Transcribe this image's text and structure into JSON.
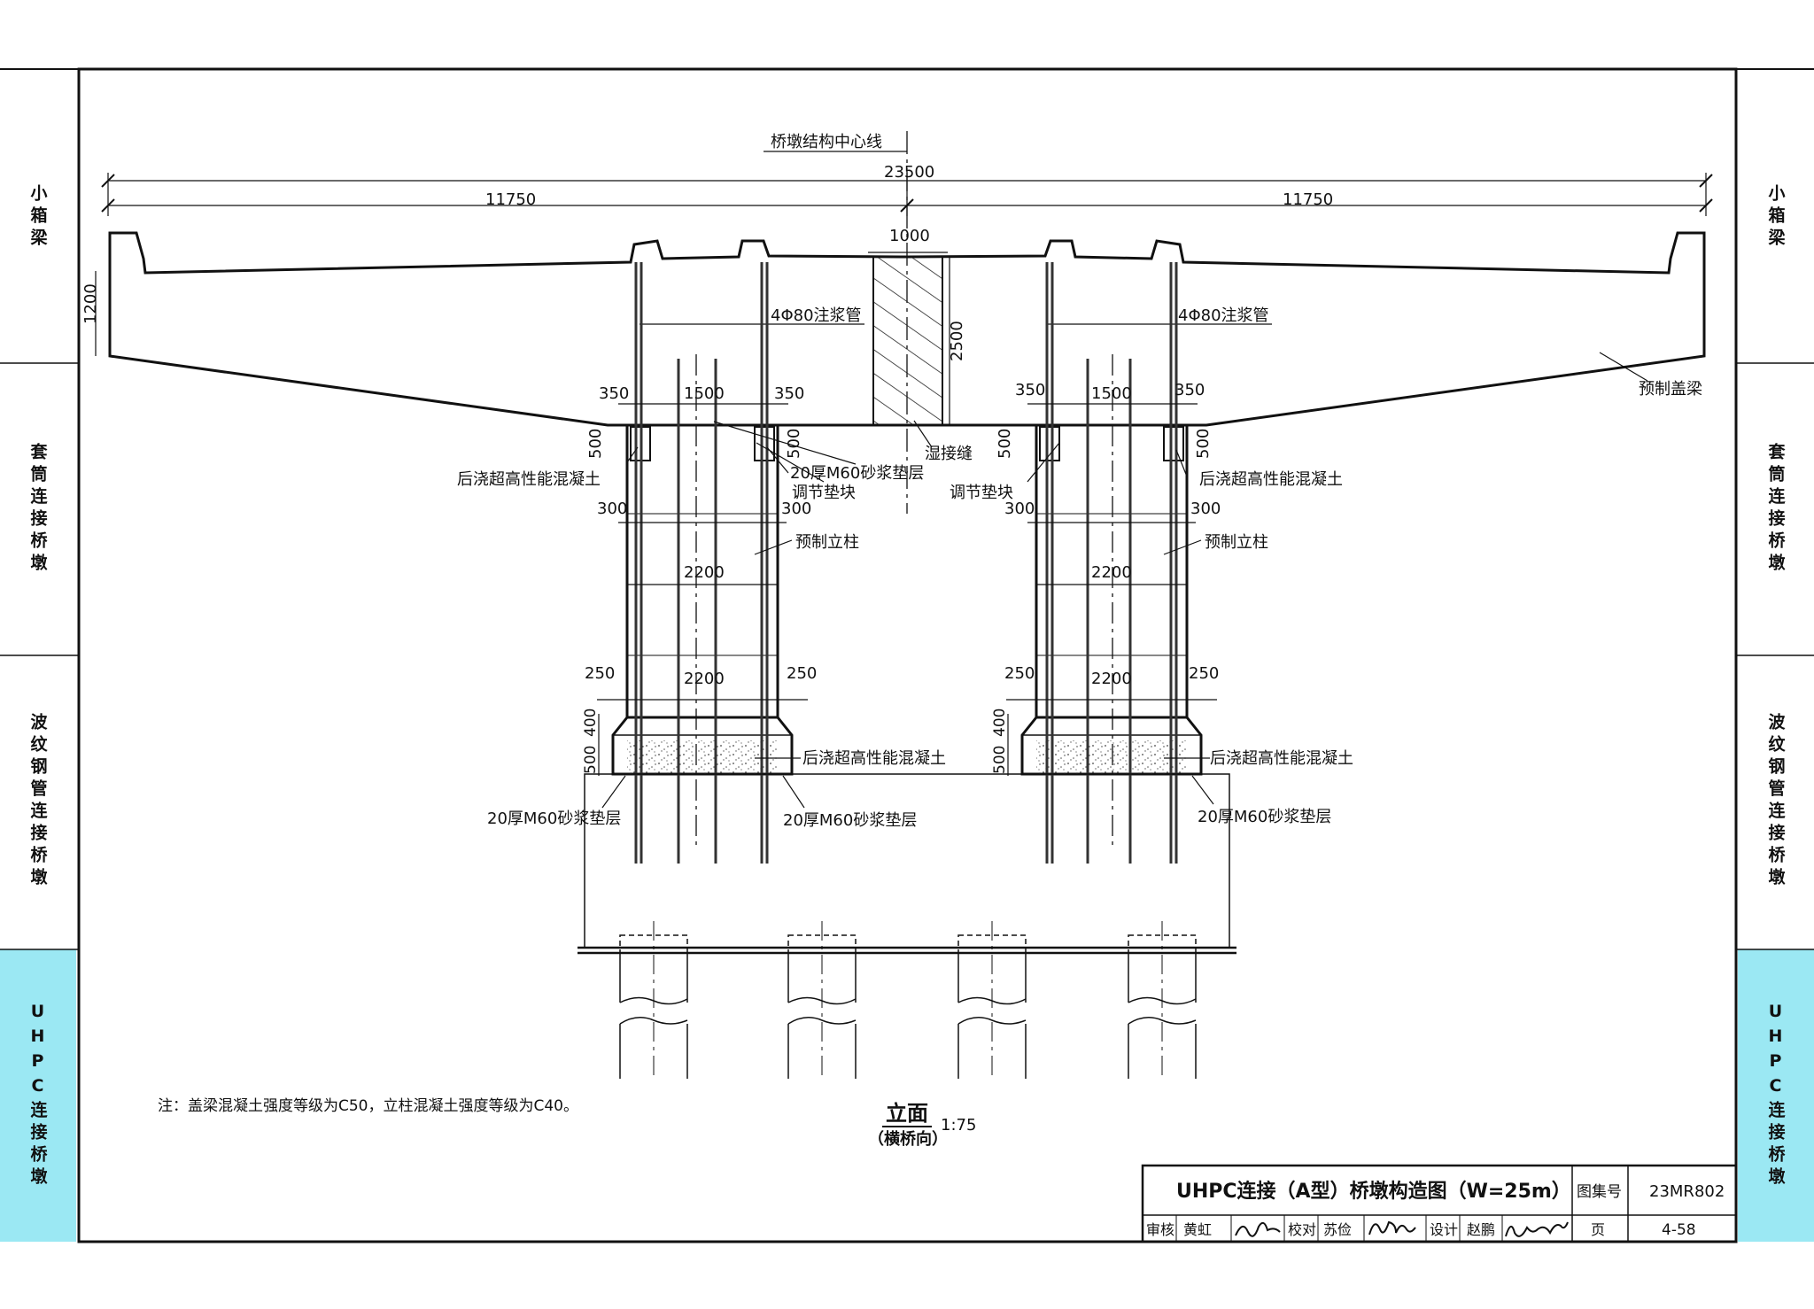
{
  "side_tabs": [
    {
      "label": "小箱梁",
      "active": false
    },
    {
      "label": "套筒连接桥墩",
      "active": false
    },
    {
      "label": "波纹钢管连接桥墩",
      "active": false
    },
    {
      "label": "UHPC连接桥墩",
      "active": true
    }
  ],
  "labels": {
    "centerline": "桥墩结构中心线",
    "total_width": "23500",
    "half_left": "11750",
    "half_right": "11750",
    "wet_joint_width": "1000",
    "cap_height": "2500",
    "cantilever_height": "1200",
    "grout_pipe_left": "4Φ80注浆管",
    "grout_pipe_right": "4Φ80注浆管",
    "precast_cap": "预制盖梁",
    "wet_joint": "湿接缝",
    "col_left_350a": "350",
    "col_left_1500": "1500",
    "col_left_350b": "350",
    "col_right_350a": "350",
    "col_right_1500": "1500",
    "col_right_350b": "350",
    "d500_1": "500",
    "d500_2": "500",
    "d500_3": "500",
    "d500_4": "500",
    "uhpc_top_left": "后浇超高性能混凝土",
    "uhpc_top_right": "后浇超高性能混凝土",
    "mortar_top": "20厚M60砂浆垫层",
    "shim_left": "调节垫块",
    "shim_right": "调节垫块",
    "d300_1": "300",
    "d300_2": "300",
    "d300_3": "300",
    "d300_4": "300",
    "column_left": "预制立柱",
    "column_right": "预制立柱",
    "d2200_1": "2200",
    "d2200_2": "2200",
    "d2200_3": "2200",
    "d2200_4": "2200",
    "d250_1": "250",
    "d250_2": "250",
    "d250_3": "250",
    "d250_4": "250",
    "d400_left": "400",
    "d500_base_left": "500",
    "d400_right": "400",
    "d500_base_right": "500",
    "uhpc_bottom_left": "后浇超高性能混凝土",
    "uhpc_bottom_right": "后浇超高性能混凝土",
    "mortar_bl": "20厚M60砂浆垫层",
    "mortar_bm": "20厚M60砂浆垫层",
    "mortar_br": "20厚M60砂浆垫层",
    "note": "注：盖梁混凝土强度等级为C50，立柱混凝土强度等级为C40。",
    "view_title": "立面",
    "view_subtitle": "（横桥向）",
    "view_scale": "1:75"
  },
  "title_block": {
    "title": "UHPC连接（A型）桥墩构造图（W=25m）",
    "atlas_label": "图集号",
    "atlas_no": "23MR802",
    "review_label": "审核",
    "review_name": "黄虹",
    "check_label": "校对",
    "check_name": "苏俭",
    "design_label": "设计",
    "design_name": "赵鹏",
    "page_label": "页",
    "page_no": "4-58"
  }
}
